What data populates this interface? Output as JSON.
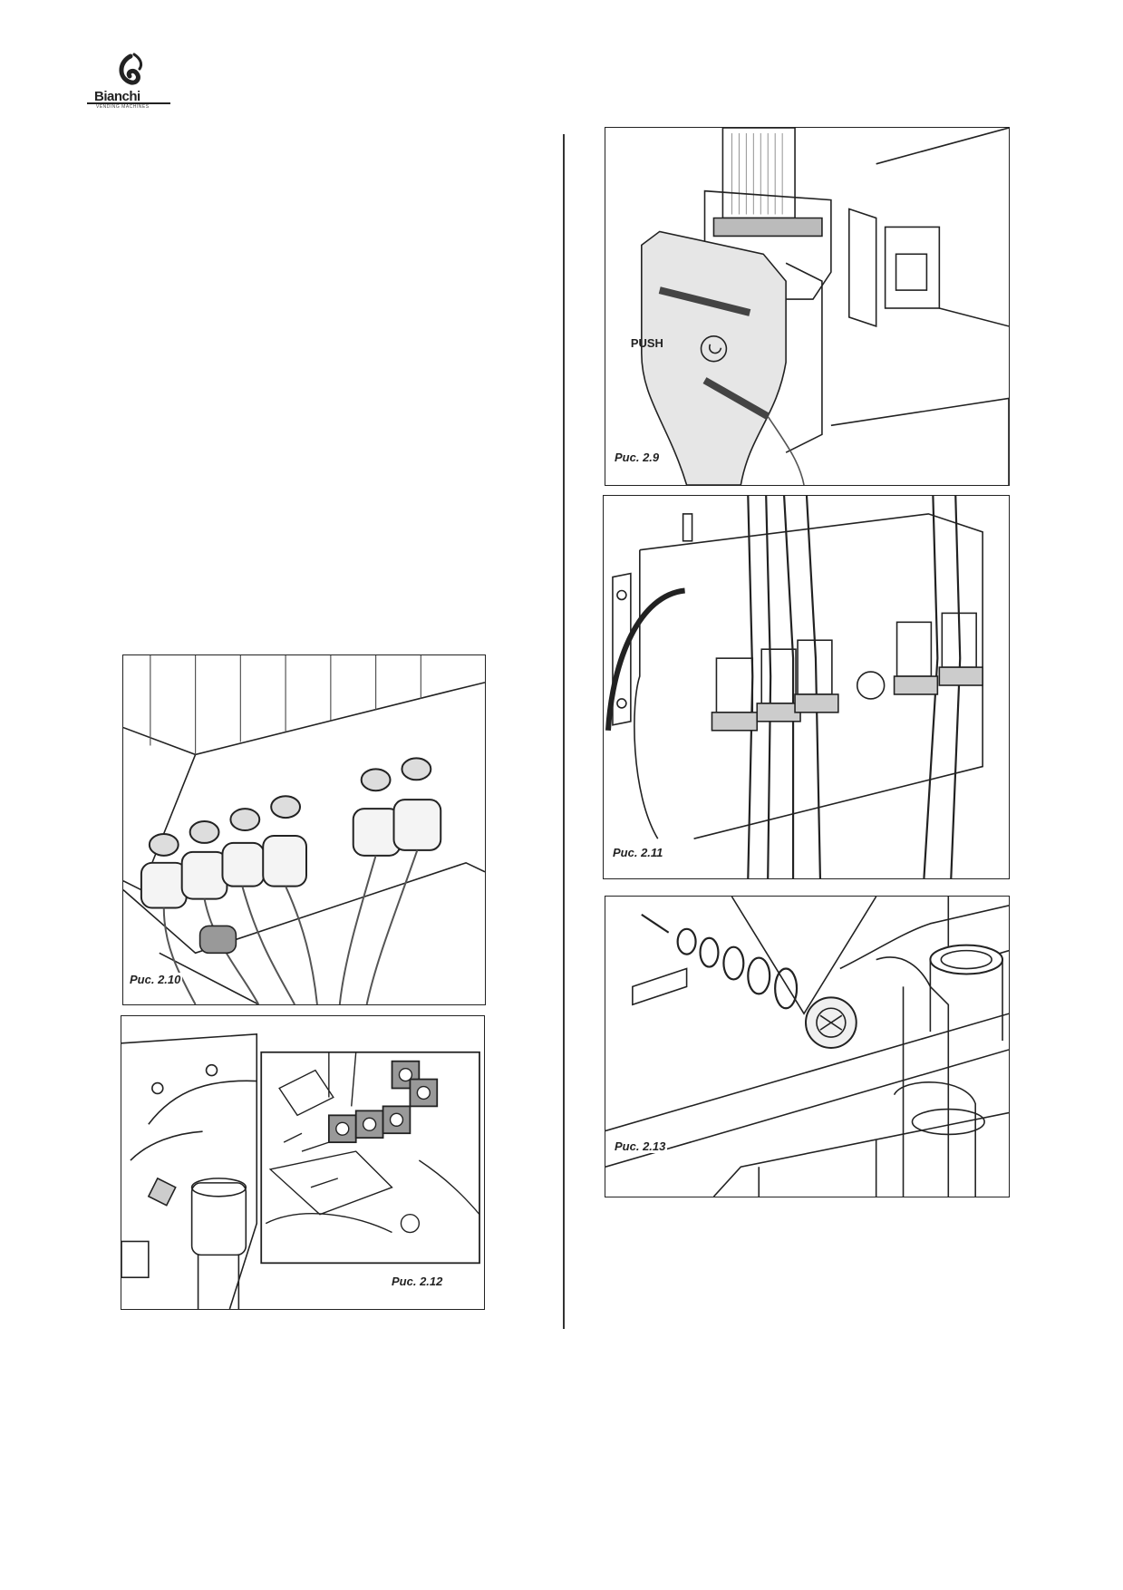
{
  "brand": {
    "name": "Bianchi",
    "tagline": "VENDING MACHINES"
  },
  "figures": {
    "fig_2_9": {
      "caption": "Рис. 2.9",
      "push_label": "PUSH"
    },
    "fig_2_10": {
      "caption": "Рис. 2.10"
    },
    "fig_2_11": {
      "caption": "Рис. 2.11"
    },
    "fig_2_12": {
      "caption": "Рис. 2.12"
    },
    "fig_2_13": {
      "caption": "Рис. 2.13"
    }
  }
}
